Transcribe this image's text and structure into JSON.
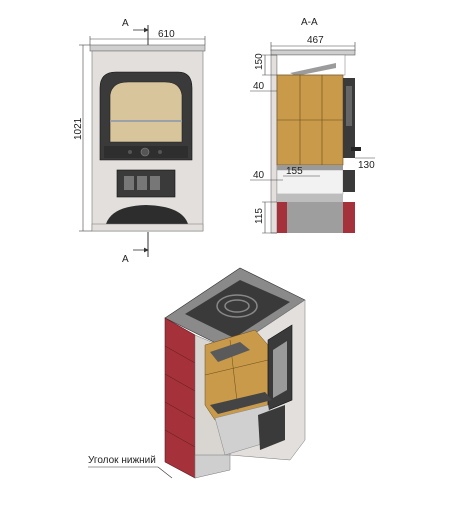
{
  "front_view": {
    "section_mark_top": "A",
    "section_mark_bottom": "A",
    "width_label": "610",
    "height_label": "1021"
  },
  "section_view": {
    "title": "A-A",
    "width_label": "467",
    "dim_150": "150",
    "dim_40_top": "40",
    "dim_130": "130",
    "dim_40_bottom": "40",
    "dim_155": "155",
    "dim_115": "115"
  },
  "iso_view": {
    "callout_label": "Уголок нижний"
  },
  "colors": {
    "stone": "#e0dcd8",
    "cast_iron": "#3a3a3a",
    "firebrick": "#c89a4a",
    "glass": "#d9c49a",
    "red_tile": "#a5323a",
    "dim_line": "#444444"
  }
}
